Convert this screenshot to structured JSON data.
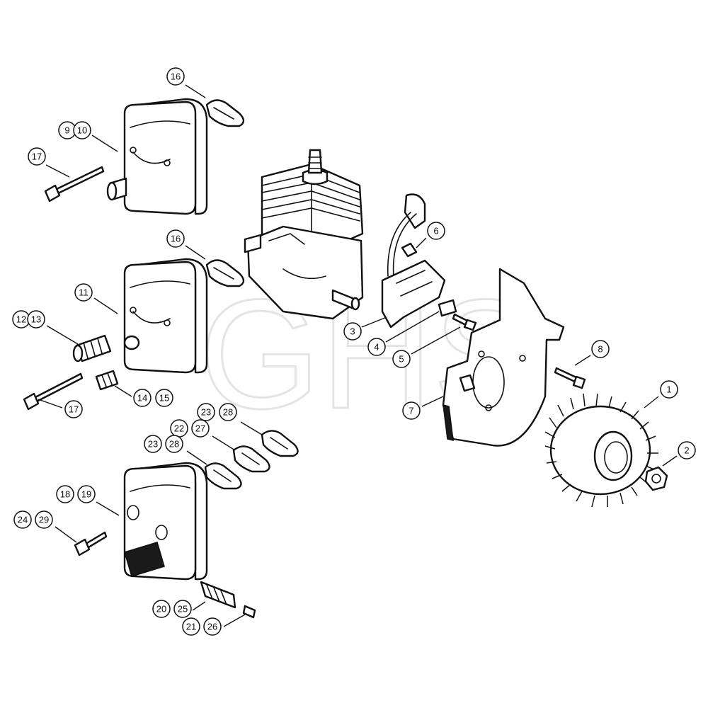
{
  "watermark": "GHS",
  "callouts": [
    {
      "id": "c16a",
      "labels": [
        "16"
      ]
    },
    {
      "id": "c9",
      "labels": [
        "9",
        "10"
      ]
    },
    {
      "id": "c17a",
      "labels": [
        "17"
      ]
    },
    {
      "id": "c16b",
      "labels": [
        "16"
      ]
    },
    {
      "id": "c11",
      "labels": [
        "11"
      ]
    },
    {
      "id": "c12",
      "labels": [
        "12",
        "13"
      ]
    },
    {
      "id": "c14",
      "labels": [
        "14",
        "15"
      ]
    },
    {
      "id": "c17b",
      "labels": [
        "17"
      ]
    },
    {
      "id": "c23a",
      "labels": [
        "23",
        "28"
      ]
    },
    {
      "id": "c22",
      "labels": [
        "22",
        "27"
      ]
    },
    {
      "id": "c23b",
      "labels": [
        "23",
        "28"
      ]
    },
    {
      "id": "c18",
      "labels": [
        "18",
        "19"
      ]
    },
    {
      "id": "c24",
      "labels": [
        "24",
        "29"
      ]
    },
    {
      "id": "c20",
      "labels": [
        "20",
        "25"
      ]
    },
    {
      "id": "c21",
      "labels": [
        "21",
        "26"
      ]
    },
    {
      "id": "c6",
      "labels": [
        "6"
      ]
    },
    {
      "id": "c3",
      "labels": [
        "3"
      ]
    },
    {
      "id": "c4",
      "labels": [
        "4"
      ]
    },
    {
      "id": "c5",
      "labels": [
        "5"
      ]
    },
    {
      "id": "c7",
      "labels": [
        "7"
      ]
    },
    {
      "id": "c8",
      "labels": [
        "8"
      ]
    },
    {
      "id": "c1",
      "labels": [
        "1"
      ]
    },
    {
      "id": "c2",
      "labels": [
        "2"
      ]
    }
  ]
}
